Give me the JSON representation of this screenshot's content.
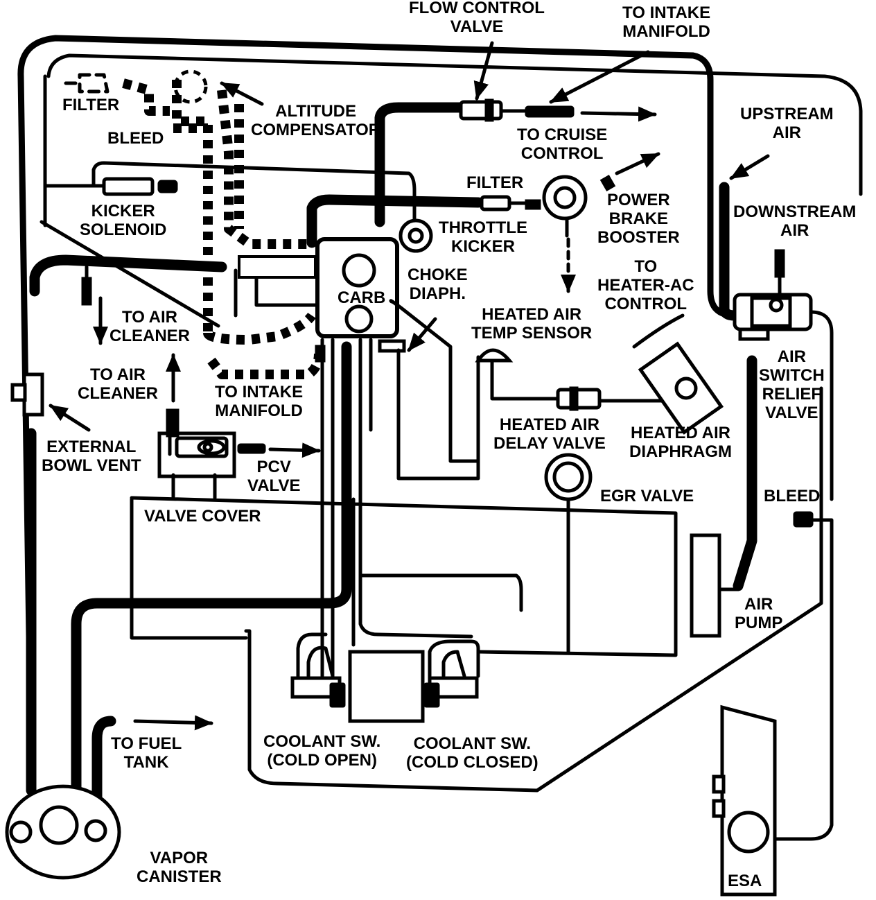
{
  "labels": {
    "flow_control_valve": [
      "FLOW CONTROL",
      "VALVE"
    ],
    "to_intake_manifold_top": [
      "TO INTAKE",
      "MANIFOLD"
    ],
    "filter_top_left": [
      "FILTER"
    ],
    "altitude_compensator": [
      "ALTITUDE",
      "COMPENSATOR"
    ],
    "bleed_top": [
      "BLEED"
    ],
    "to_cruise_control": [
      "TO CRUISE",
      "CONTROL"
    ],
    "upstream_air": [
      "UPSTREAM",
      "AIR"
    ],
    "filter_mid": [
      "FILTER"
    ],
    "kicker_solenoid": [
      "KICKER",
      "SOLENOID"
    ],
    "power_brake_booster": [
      "POWER",
      "BRAKE",
      "BOOSTER"
    ],
    "downstream_air": [
      "DOWNSTREAM",
      "AIR"
    ],
    "throttle_kicker": [
      "THROTTLE",
      "KICKER"
    ],
    "choke_diaph": [
      "CHOKE",
      "DIAPH."
    ],
    "to_heater_ac_control": [
      "TO",
      "HEATER-AC",
      "CONTROL"
    ],
    "carb": [
      "CARB"
    ],
    "to_air_cleaner_1": [
      "TO AIR",
      "CLEANER"
    ],
    "heated_air_temp_sensor": [
      "HEATED AIR",
      "TEMP SENSOR"
    ],
    "air_switch_relief_valve": [
      "AIR",
      "SWITCH",
      "RELIEF",
      "VALVE"
    ],
    "to_air_cleaner_2": [
      "TO AIR",
      "CLEANER"
    ],
    "to_intake_manifold_bottom": [
      "TO INTAKE",
      "MANIFOLD"
    ],
    "heated_air_delay_valve": [
      "HEATED AIR",
      "DELAY VALVE"
    ],
    "heated_air_diaphragm": [
      "HEATED AIR",
      "DIAPHRAGM"
    ],
    "external_bowl_vent": [
      "EXTERNAL",
      "BOWL VENT"
    ],
    "pcv_valve": [
      "PCV",
      "VALVE"
    ],
    "egr_valve": [
      "EGR VALVE"
    ],
    "bleed_right": [
      "BLEED"
    ],
    "valve_cover": [
      "VALVE COVER"
    ],
    "air_pump": [
      "AIR",
      "PUMP"
    ],
    "to_fuel_tank": [
      "TO FUEL",
      "TANK"
    ],
    "coolant_sw_cold_open": [
      "COOLANT SW.",
      "(COLD OPEN)"
    ],
    "coolant_sw_cold_closed": [
      "COOLANT SW.",
      "(COLD CLOSED)"
    ],
    "vapor_canister": [
      "VAPOR",
      "CANISTER"
    ],
    "esa": [
      "ESA"
    ]
  }
}
